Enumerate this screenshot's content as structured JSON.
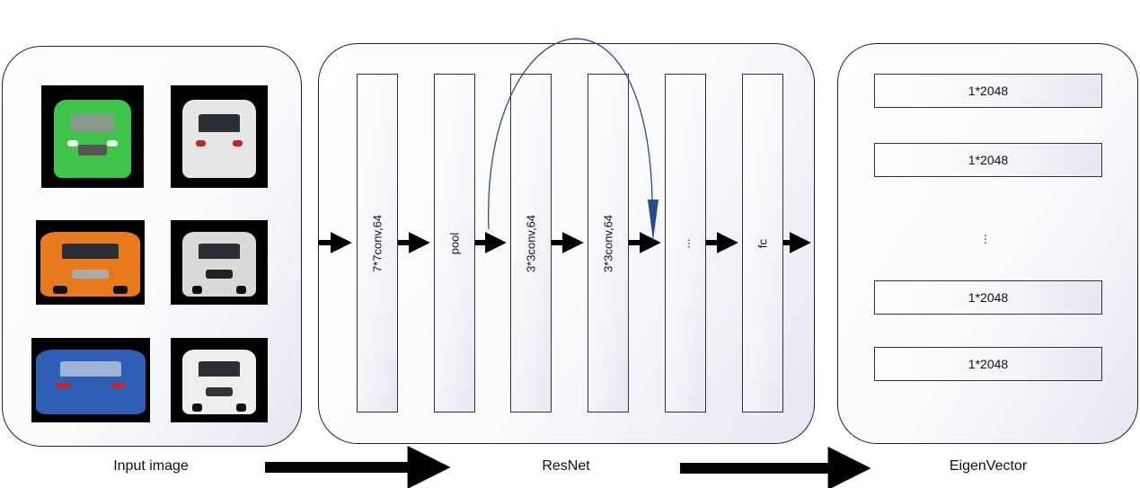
{
  "input_panel": {
    "caption": "Input image",
    "thumbnails": [
      {
        "icon": "green-taxi-car-icon",
        "color": "#3fc44a"
      },
      {
        "icon": "white-hatchback-rear-icon",
        "color": "#e6e6e6"
      },
      {
        "icon": "orange-sedan-front-icon",
        "color": "#e87a1e"
      },
      {
        "icon": "white-suv-front-icon",
        "color": "#d9d9d9"
      },
      {
        "icon": "blue-sedan-rear-icon",
        "color": "#2f5fb5"
      },
      {
        "icon": "white-sedan-front-icon",
        "color": "#eeeeee"
      }
    ]
  },
  "resnet_panel": {
    "caption": "ResNet",
    "layers": [
      {
        "label": "7*7conv,64"
      },
      {
        "label": "pool"
      },
      {
        "label": "3*3conv,64"
      },
      {
        "label": "3*3conv,64"
      },
      {
        "label": "..."
      },
      {
        "label": "fc"
      }
    ]
  },
  "eigen_panel": {
    "caption": "EigenVector",
    "vectors": [
      {
        "label": "1*2048"
      },
      {
        "label": "1*2048"
      },
      {
        "label": "1*2048"
      },
      {
        "label": "1*2048"
      }
    ],
    "ellipsis": "⋮"
  },
  "colors": {
    "skip_connection": "#2b4a8a",
    "arrow": "#000000",
    "border": "#222222"
  }
}
